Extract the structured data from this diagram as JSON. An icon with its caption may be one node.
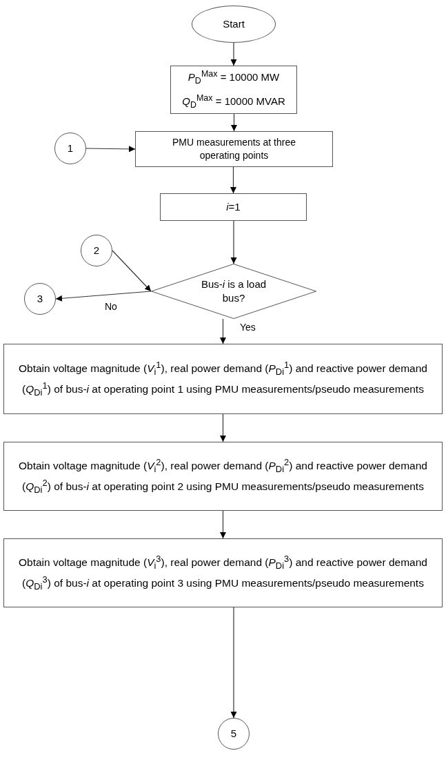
{
  "diagram": {
    "nodes": [
      {
        "text": [
          "Start"
        ]
      },
      {
        "text": [
          "*P*$_{D}$$^{Max}$ = 10000 MW",
          "*Q*$_{D}$$^{Max}$ = 10000 MVAR"
        ]
      },
      {
        "text": [
          "1"
        ]
      },
      {
        "text": [
          "PMU measurements at three operating points"
        ]
      },
      {
        "text": [
          "*i*=1"
        ]
      },
      {
        "text": [
          "2"
        ]
      },
      {
        "text": [
          "Bus-*i* is a load bus?"
        ]
      },
      {
        "text": [
          "3"
        ]
      },
      {
        "text": [
          "Obtain voltage magnitude (*V*$_{i}$$^{1}$), real power demand (*P*$_{Di}$$^{1}$) and reactive power demand (*Q*$_{Di}$$^{1}$) of bus-*i* at operating point 1 using PMU measurements/pseudo measurements"
        ]
      },
      {
        "text": [
          "Obtain voltage magnitude (*V*$_{i}$$^{2}$), real power demand (*P*$_{Di}$$^{2}$) and reactive power demand (*Q*$_{Di}$$^{2}$) of bus-*i* at operating point 2 using PMU measurements/pseudo measurements"
        ]
      },
      {
        "text": [
          "Obtain voltage magnitude (*V*$_{i}$$^{3}$), real power demand (*P*$_{Di}$$^{3}$) and reactive power demand (*Q*$_{Di}$$^{3}$) of bus-*i* at operating point 3 using PMU measurements/pseudo measurements"
        ]
      },
      {
        "text": [
          "5"
        ]
      }
    ],
    "edges": [
      {
        "from": 0,
        "to": 1,
        "arrow": "to"
      },
      {
        "from": 1,
        "to": 3,
        "arrow": "to"
      },
      {
        "from": 2,
        "to": 3,
        "arrow": "to"
      },
      {
        "from": 3,
        "to": 4,
        "arrow": "to"
      },
      {
        "from": 4,
        "to": 6,
        "arrow": "to"
      },
      {
        "from": 5,
        "to": 6,
        "arrow": "to"
      },
      {
        "from": 6,
        "to": 7,
        "arrow": "to",
        "label": "No"
      },
      {
        "from": 6,
        "to": 8,
        "arrow": "to",
        "label": "Yes"
      },
      {
        "from": 8,
        "to": 9,
        "arrow": "to"
      },
      {
        "from": 9,
        "to": 10,
        "arrow": "to"
      },
      {
        "from": 10,
        "to": 11,
        "arrow": "to"
      }
    ]
  }
}
